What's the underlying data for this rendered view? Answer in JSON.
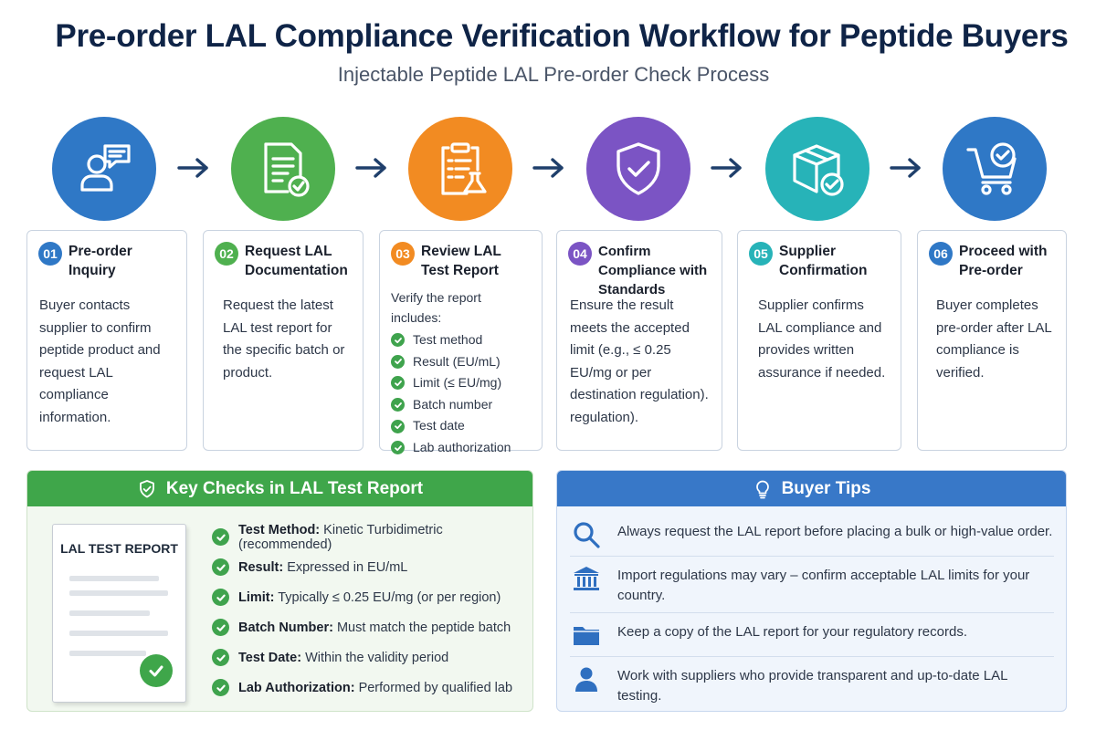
{
  "header": {
    "title": "Pre-order LAL Compliance Verification Workflow for Peptide Buyers",
    "subtitle": "Injectable Peptide LAL Pre-order Check Process"
  },
  "colors": {
    "step1": "#2f78c6",
    "step2": "#4fb04f",
    "step3": "#f28b22",
    "step4": "#7b54c4",
    "step5": "#27b3b8",
    "step6": "#2f78c6",
    "green": "#3fa64a",
    "blue": "#3878c8"
  },
  "steps": [
    {
      "num": "01",
      "title": "Pre-order Inquiry",
      "icon": "user-chat-icon",
      "body": "Buyer contacts supplier to confirm peptide product and request LAL compliance information."
    },
    {
      "num": "02",
      "title": "Request LAL Documentation",
      "icon": "document-check-icon",
      "body": "Request the latest LAL test report for the specific batch or product."
    },
    {
      "num": "03",
      "title": "Review LAL Test Report",
      "icon": "clipboard-flask-icon",
      "intro": "Verify the report includes:",
      "checks": [
        "Test method",
        "Result (EU/mL)",
        "Limit (≤ EU/mg)",
        "Batch number",
        "Test date",
        "Lab authorization"
      ]
    },
    {
      "num": "04",
      "title": "Confirm Compliance with Standards",
      "icon": "shield-check-icon",
      "body": "Ensure the result meets the accepted limit (e.g., ≤ 0.25 EU/mg or per destination regulation). regulation)."
    },
    {
      "num": "05",
      "title": "Supplier Confirmation",
      "icon": "box-check-icon",
      "body": "Supplier confirms LAL compliance and provides written assurance if needed."
    },
    {
      "num": "06",
      "title": "Proceed with Pre-order",
      "icon": "cart-check-icon",
      "body": "Buyer completes pre-order after LAL compliance is verified."
    }
  ],
  "key_checks": {
    "header": "Key Checks in LAL Test Report",
    "header_icon": "shield-check-icon",
    "report_label": "LAL TEST REPORT",
    "items": [
      {
        "label": "Test Method:",
        "value": "Kinetic Turbidimetric (recommended)"
      },
      {
        "label": "Result:",
        "value": "Expressed in EU/mL"
      },
      {
        "label": "Limit:",
        "value": "Typically ≤ 0.25 EU/mg (or per region)"
      },
      {
        "label": "Batch Number:",
        "value": "Must match the peptide batch"
      },
      {
        "label": "Test Date:",
        "value": "Within the validity period"
      },
      {
        "label": "Lab Authorization:",
        "value": "Performed by qualified lab"
      }
    ]
  },
  "buyer_tips": {
    "header": "Buyer Tips",
    "header_icon": "lightbulb-icon",
    "items": [
      {
        "icon": "search-icon",
        "text": "Always request the LAL report before placing a bulk or high-value order."
      },
      {
        "icon": "bank-icon",
        "text": "Import regulations may vary – confirm acceptable LAL limits for your country."
      },
      {
        "icon": "folder-icon",
        "text": "Keep a copy of the LAL report for your regulatory records."
      },
      {
        "icon": "person-icon",
        "text": "Work with suppliers who provide transparent and up-to-date LAL testing."
      }
    ]
  }
}
